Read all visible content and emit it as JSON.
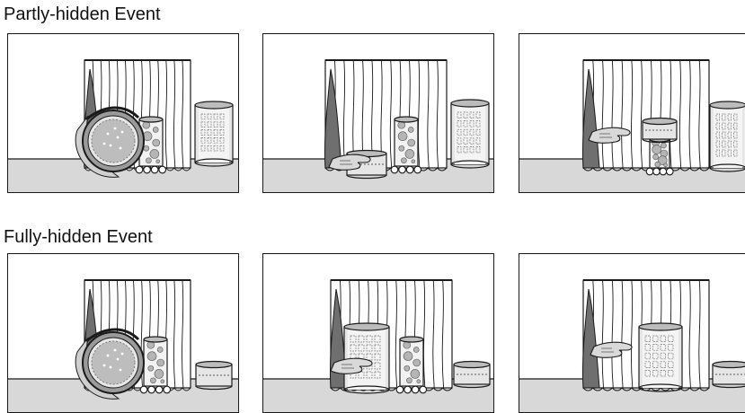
{
  "figure": {
    "sections": [
      {
        "title": "Partly-hidden Event",
        "panels": [
          {
            "step": 1,
            "scene": "lid-approaching"
          },
          {
            "step": 2,
            "scene": "lid-behind-screen"
          },
          {
            "step": 3,
            "scene": "lid-on-short-tower"
          }
        ]
      },
      {
        "title": "Fully-hidden Event",
        "panels": [
          {
            "step": 1,
            "scene": "lid-approaching"
          },
          {
            "step": 2,
            "scene": "tall-cover-behind-screen"
          },
          {
            "step": 3,
            "scene": "tall-cover-over-tower"
          }
        ]
      }
    ],
    "colors": {
      "outline": "#1a1a1a",
      "floor": "#d8d8d8",
      "wall": "#ffffff",
      "curtain_shadow": "#6f6f6f",
      "cylinder_body": "#e6e6e6",
      "cylinder_top": "#bcbcbc"
    }
  }
}
